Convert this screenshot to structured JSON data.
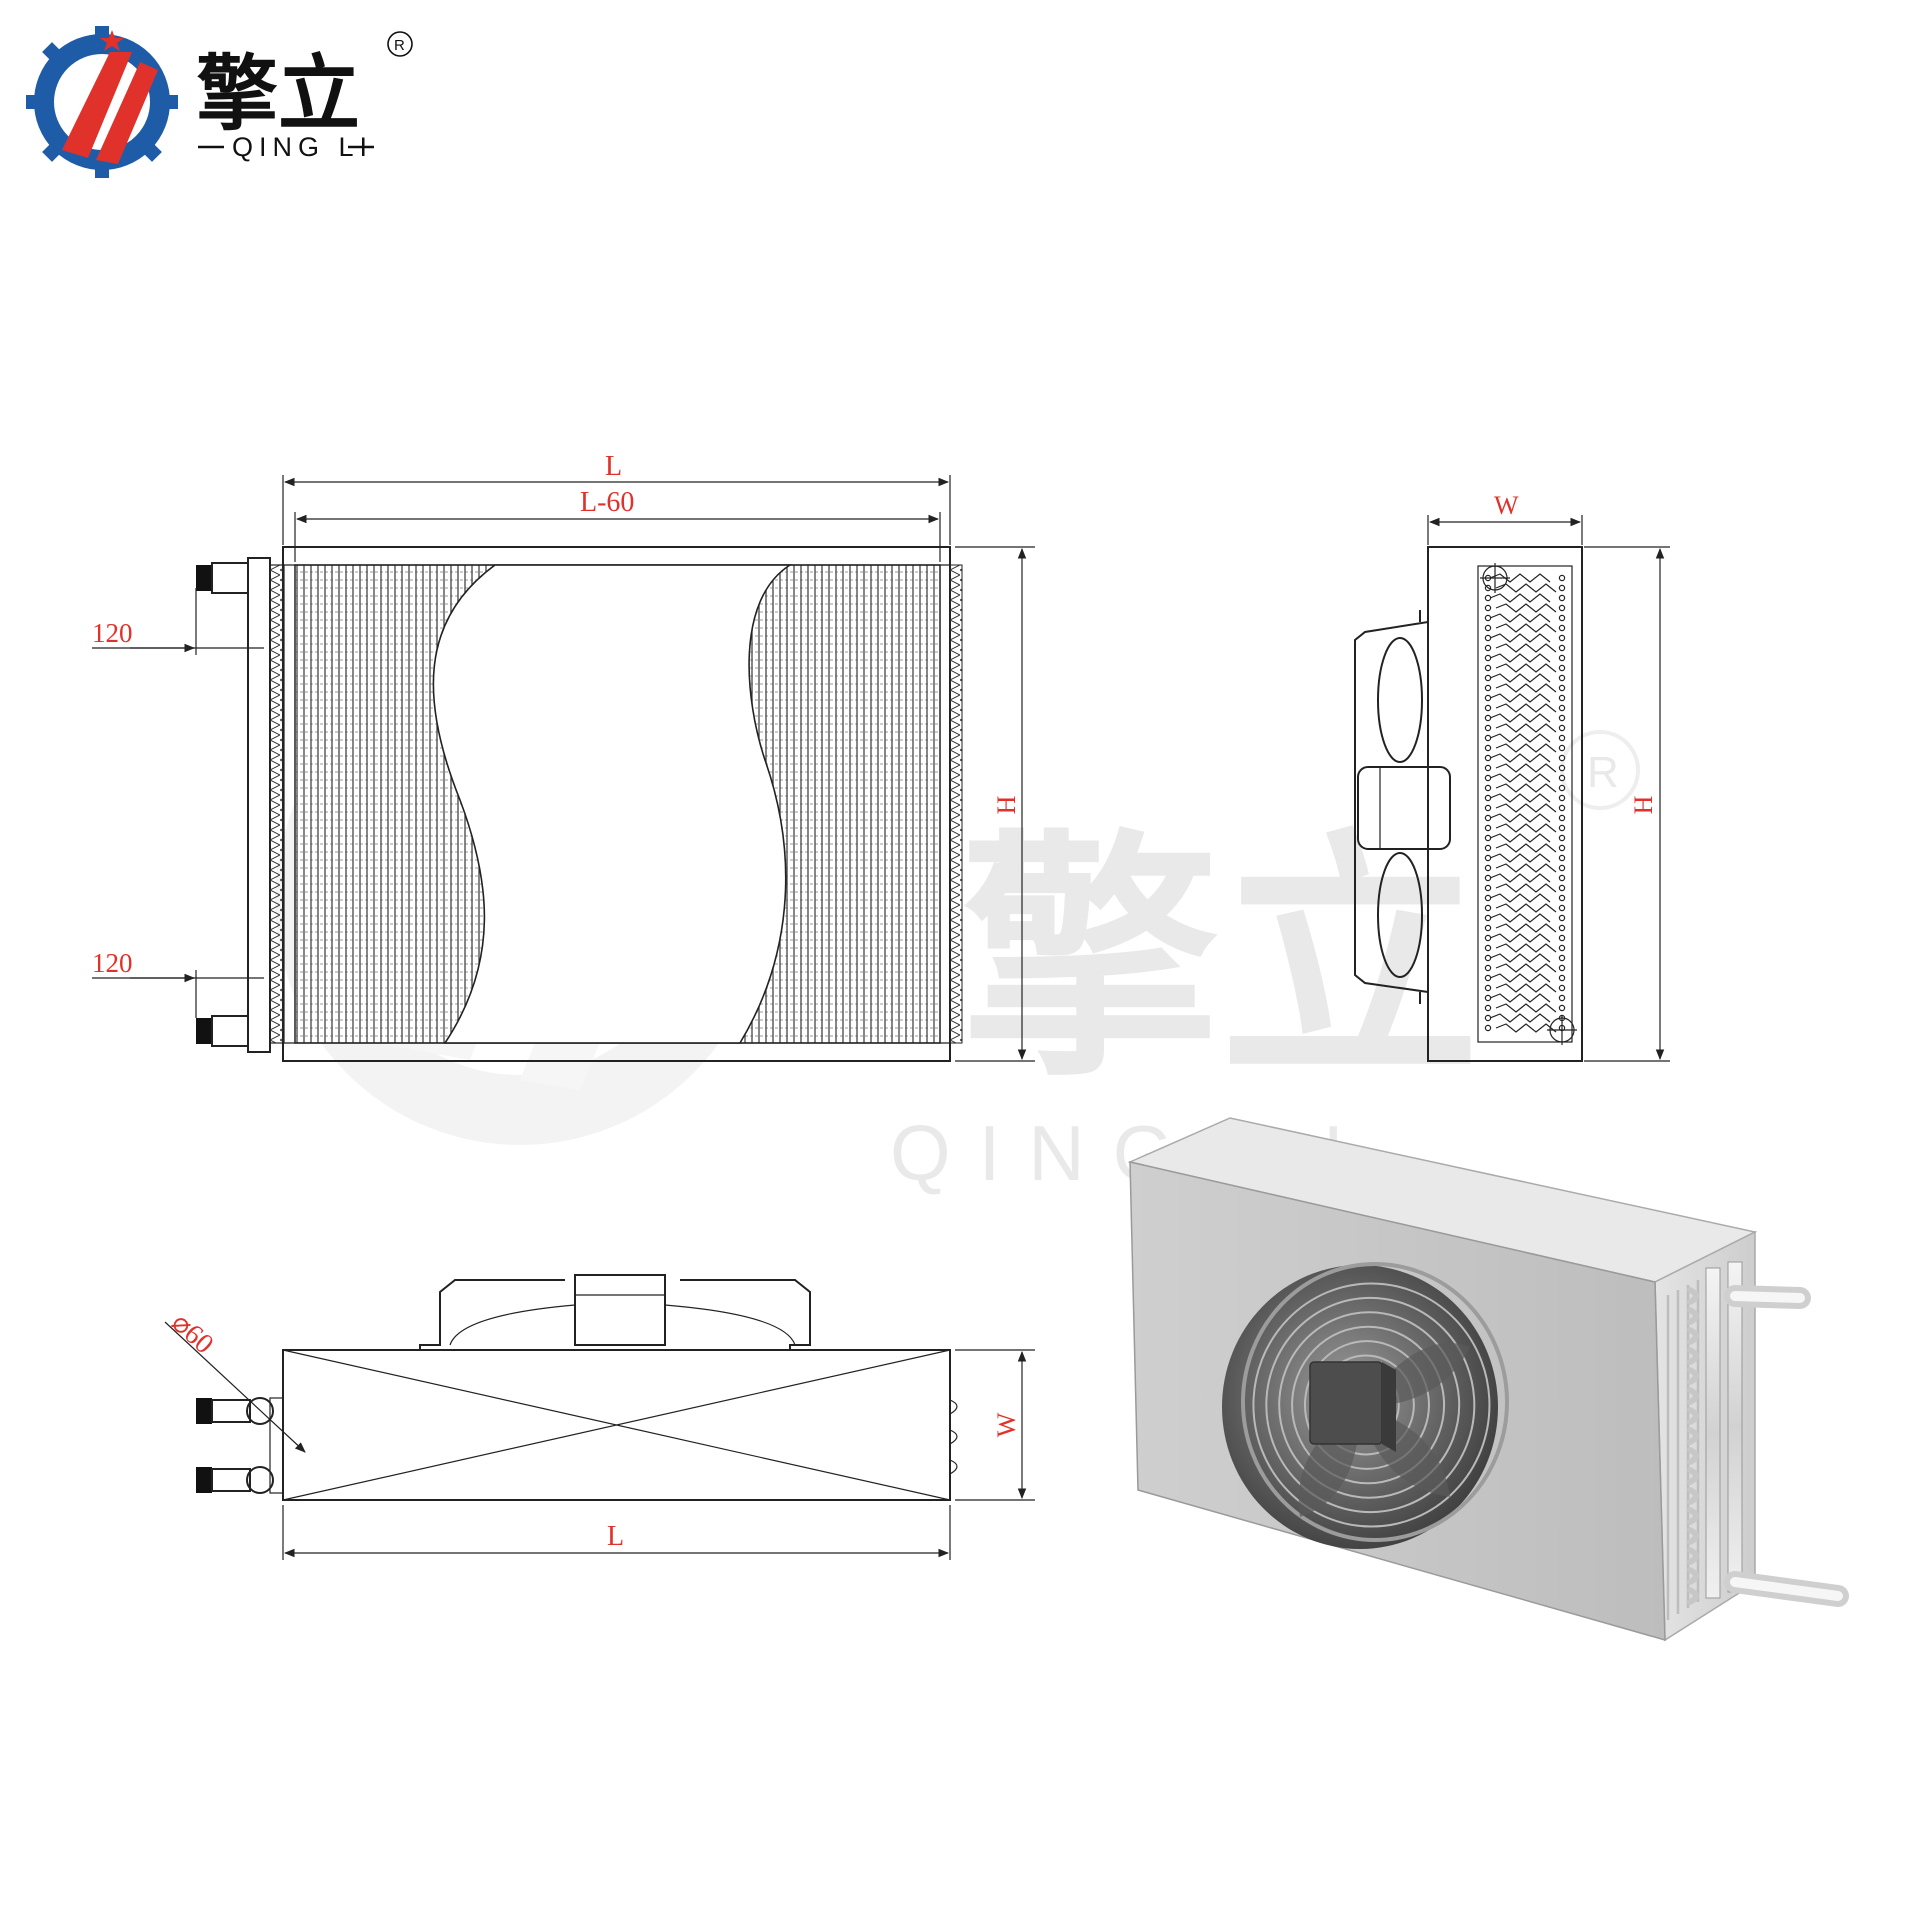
{
  "brand": {
    "name_cn": "擎立",
    "name_en": "QING LI",
    "registered_mark": "R",
    "colors": {
      "blue": "#1f5ca8",
      "red": "#e0322b",
      "text": "#111111"
    }
  },
  "watermark": {
    "name_cn": "擎立",
    "name_en": "QING LI",
    "registered_mark": "R"
  },
  "front_view": {
    "dim_overall_length": "L",
    "dim_inner_length": "L-60",
    "dim_height": "H",
    "dim_top_pipe_offset": "120",
    "dim_bottom_pipe_offset": "120"
  },
  "side_view": {
    "dim_width": "W",
    "dim_height": "H"
  },
  "top_view": {
    "dim_pipe_diameter": "⌀60",
    "dim_width": "W",
    "dim_length": "L"
  },
  "dimension_color": "#e0322b"
}
